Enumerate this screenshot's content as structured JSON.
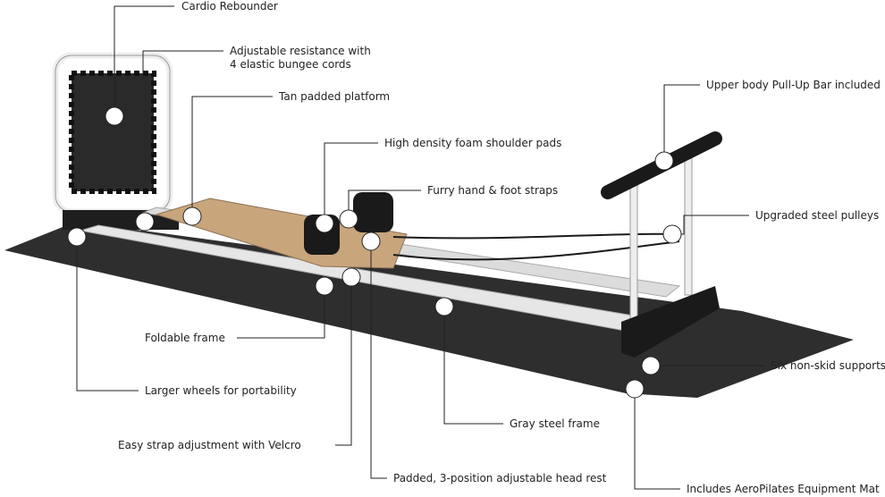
{
  "labels": {
    "cardio_rebounder": "Cardio Rebounder",
    "resistance_line1": "Adjustable resistance with",
    "resistance_line2": "4 elastic bungee cords",
    "tan_platform": "Tan padded platform",
    "shoulder_pads": "High density foam shoulder pads",
    "straps": "Furry hand & foot straps",
    "pullup_bar": "Upper body Pull-Up Bar included",
    "pulleys": "Upgraded steel pulleys",
    "foldable_frame": "Foldable frame",
    "wheels": "Larger wheels for portability",
    "velcro": "Easy strap adjustment with Velcro",
    "head_rest": "Padded, 3-position adjustable head rest",
    "steel_frame": "Gray steel frame",
    "supports": "Six non-skid supports",
    "mat": "Includes AeroPilates Equipment Mat"
  },
  "colors": {
    "mat": "#2e2e2e",
    "frame": "#e8e8e8",
    "pad": "#c9a57c",
    "black": "#1a1a1a",
    "line": "#222222"
  }
}
